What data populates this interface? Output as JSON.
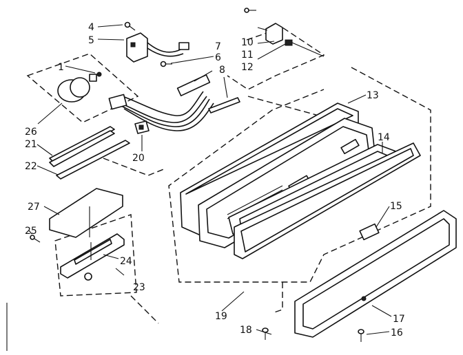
{
  "diagram": {
    "labels": [
      {
        "id": "n1",
        "text": "1"
      },
      {
        "id": "n4",
        "text": "4"
      },
      {
        "id": "n5",
        "text": "5"
      },
      {
        "id": "n6",
        "text": "6"
      },
      {
        "id": "n7",
        "text": "7"
      },
      {
        "id": "n8",
        "text": "8"
      },
      {
        "id": "n10",
        "text": "10"
      },
      {
        "id": "n11",
        "text": "11"
      },
      {
        "id": "n12",
        "text": "12"
      },
      {
        "id": "n13",
        "text": "13"
      },
      {
        "id": "n14",
        "text": "14"
      },
      {
        "id": "n15",
        "text": "15"
      },
      {
        "id": "n16",
        "text": "16"
      },
      {
        "id": "n17",
        "text": "17"
      },
      {
        "id": "n18",
        "text": "18"
      },
      {
        "id": "n19",
        "text": "19"
      },
      {
        "id": "n20",
        "text": "20"
      },
      {
        "id": "n21",
        "text": "21"
      },
      {
        "id": "n22",
        "text": "22"
      },
      {
        "id": "n23",
        "text": "23"
      },
      {
        "id": "n24",
        "text": "24"
      },
      {
        "id": "n25",
        "text": "25"
      },
      {
        "id": "n26",
        "text": "26"
      },
      {
        "id": "n27",
        "text": "27"
      }
    ]
  }
}
